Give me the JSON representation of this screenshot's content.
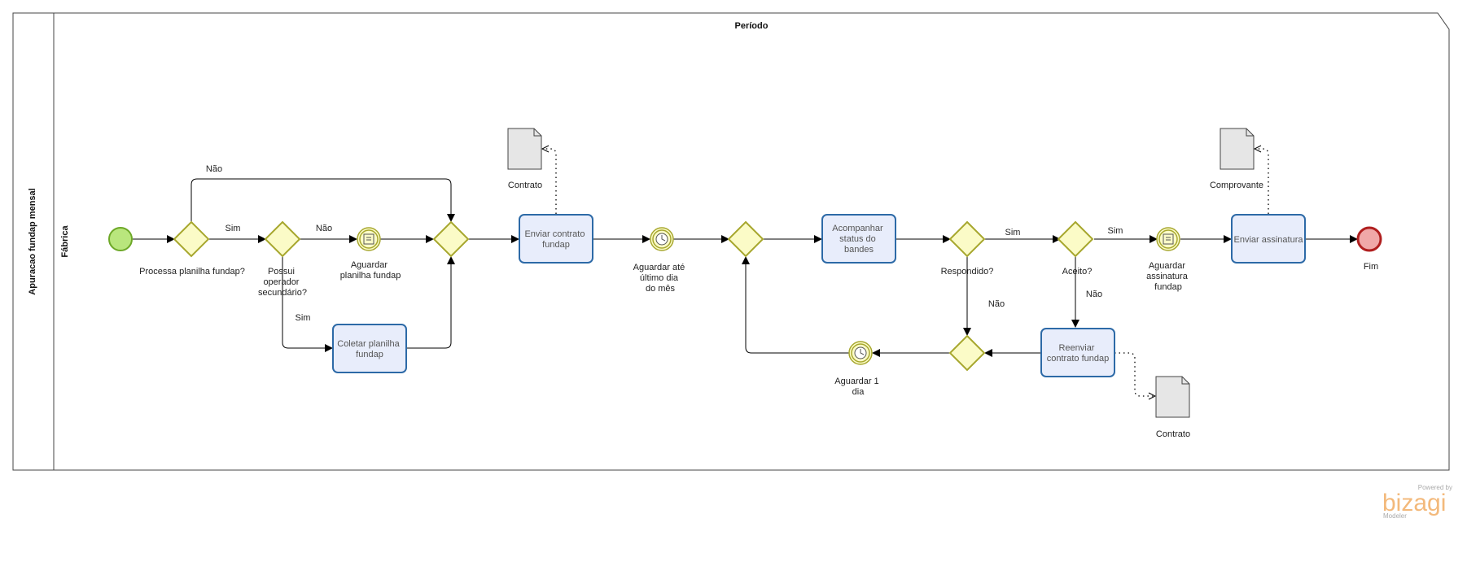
{
  "pool": {
    "title": "Apuracao fundap mensal",
    "lane": "Fábrica",
    "milestone": "Período"
  },
  "events": {
    "start_color": "#b9e67d",
    "end_label": "Fim",
    "end_color": "#f0a8a8"
  },
  "gateways": {
    "processa": "Processa planilha fundap?",
    "possui": [
      "Possui",
      "operador",
      "secundário?"
    ],
    "respondido": "Respondido?",
    "aceito": "Aceito?"
  },
  "tasks": {
    "coletar": [
      "Coletar planilha",
      "fundap"
    ],
    "enviar_contrato": [
      "Enviar contrato",
      "fundap"
    ],
    "acompanhar": [
      "Acompanhar",
      "status do",
      "bandes"
    ],
    "reenviar": [
      "Reenviar",
      "contrato fundap"
    ],
    "enviar_assinatura": [
      "Enviar assinatura"
    ]
  },
  "intermediate": {
    "aguardar_planilha": [
      "Aguardar",
      "planilha fundap"
    ],
    "aguardar_ultimo": [
      "Aguardar até",
      "último dia",
      "do mês"
    ],
    "aguardar_1dia": [
      "Aguardar 1",
      "dia"
    ],
    "aguardar_assinatura": [
      "Aguardar",
      "assinatura",
      "fundap"
    ]
  },
  "artifacts": {
    "contrato1": "Contrato",
    "contrato2": "Contrato",
    "comprovante": "Comprovante"
  },
  "flows": {
    "nao": "Não",
    "sim": "Sim"
  },
  "brand": {
    "powered": "Powered by",
    "name": "bizagi",
    "product": "Modeler",
    "color": "#f3b97b"
  },
  "colors": {
    "task_fill": "#e8edfb",
    "task_stroke": "#2d6aa7",
    "gateway_fill": "#fbfbc7",
    "gateway_stroke": "#a7a72e"
  }
}
